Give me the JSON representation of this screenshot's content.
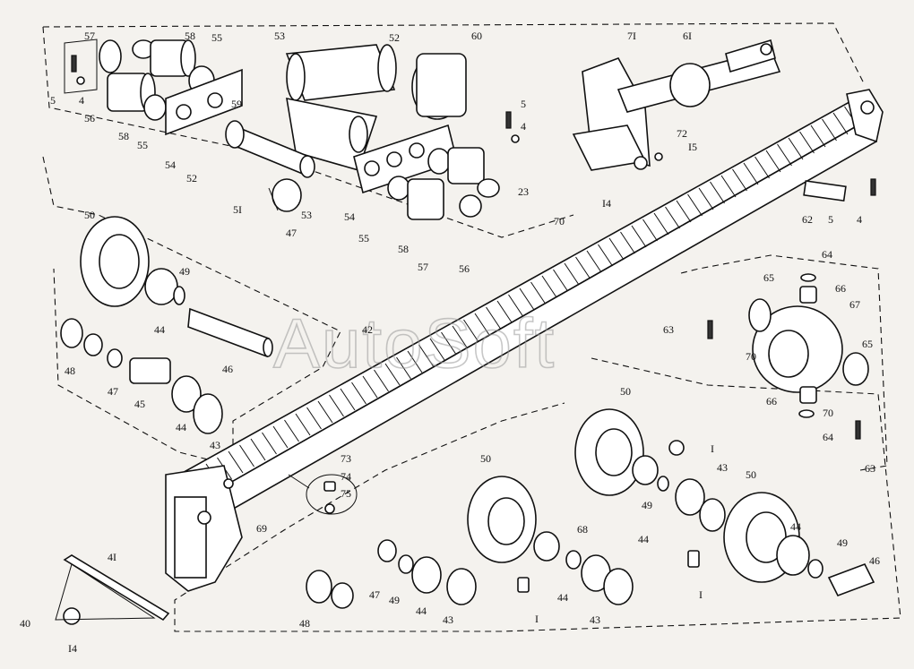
{
  "watermark": "AutoSoft",
  "labels": [
    {
      "id": "l57a",
      "text": "57"
    },
    {
      "id": "l58a",
      "text": "58"
    },
    {
      "id": "l55a",
      "text": "55"
    },
    {
      "id": "l5a",
      "text": "5"
    },
    {
      "id": "l4a",
      "text": "4"
    },
    {
      "id": "l56a",
      "text": "56"
    },
    {
      "id": "l58b",
      "text": "58"
    },
    {
      "id": "l55b",
      "text": "55"
    },
    {
      "id": "l54a",
      "text": "54"
    },
    {
      "id": "l53a",
      "text": "53"
    },
    {
      "id": "l52a",
      "text": "52"
    },
    {
      "id": "l60",
      "text": "60"
    },
    {
      "id": "l59",
      "text": "59"
    },
    {
      "id": "l52b",
      "text": "52"
    },
    {
      "id": "l51",
      "text": "5I"
    },
    {
      "id": "l47a",
      "text": "47"
    },
    {
      "id": "l53b",
      "text": "53"
    },
    {
      "id": "l54b",
      "text": "54"
    },
    {
      "id": "l55c",
      "text": "55"
    },
    {
      "id": "l58c",
      "text": "58"
    },
    {
      "id": "l57b",
      "text": "57"
    },
    {
      "id": "l56b",
      "text": "56"
    },
    {
      "id": "l5b",
      "text": "5"
    },
    {
      "id": "l4b",
      "text": "4"
    },
    {
      "id": "l71",
      "text": "7I"
    },
    {
      "id": "l61",
      "text": "6I"
    },
    {
      "id": "l72",
      "text": "72"
    },
    {
      "id": "l15",
      "text": "I5"
    },
    {
      "id": "l23",
      "text": "23"
    },
    {
      "id": "l14a",
      "text": "I4"
    },
    {
      "id": "l70a",
      "text": "70"
    },
    {
      "id": "l62",
      "text": "62"
    },
    {
      "id": "l5c",
      "text": "5"
    },
    {
      "id": "l4c",
      "text": "4"
    },
    {
      "id": "l50a",
      "text": "50"
    },
    {
      "id": "l49a",
      "text": "49"
    },
    {
      "id": "l44a",
      "text": "44"
    },
    {
      "id": "l46a",
      "text": "46"
    },
    {
      "id": "l48a",
      "text": "48"
    },
    {
      "id": "l47b",
      "text": "47"
    },
    {
      "id": "l45",
      "text": "45"
    },
    {
      "id": "l44b",
      "text": "44"
    },
    {
      "id": "l43a",
      "text": "43"
    },
    {
      "id": "l42",
      "text": "42"
    },
    {
      "id": "l64a",
      "text": "64"
    },
    {
      "id": "l65a",
      "text": "65"
    },
    {
      "id": "l66a",
      "text": "66"
    },
    {
      "id": "l67",
      "text": "67"
    },
    {
      "id": "l63a",
      "text": "63"
    },
    {
      "id": "l70b",
      "text": "70"
    },
    {
      "id": "l65b",
      "text": "65"
    },
    {
      "id": "l66b",
      "text": "66"
    },
    {
      "id": "l70c",
      "text": "70"
    },
    {
      "id": "l64b",
      "text": "64"
    },
    {
      "id": "l63b",
      "text": "63"
    },
    {
      "id": "l50b",
      "text": "50"
    },
    {
      "id": "lIa",
      "text": "I"
    },
    {
      "id": "l43b",
      "text": "43"
    },
    {
      "id": "l49b",
      "text": "49"
    },
    {
      "id": "l44c",
      "text": "44"
    },
    {
      "id": "l50c",
      "text": "50"
    },
    {
      "id": "l73",
      "text": "73"
    },
    {
      "id": "l74",
      "text": "74"
    },
    {
      "id": "l75",
      "text": "75"
    },
    {
      "id": "l69",
      "text": "69"
    },
    {
      "id": "l50d",
      "text": "50"
    },
    {
      "id": "l68",
      "text": "68"
    },
    {
      "id": "l44d",
      "text": "44"
    },
    {
      "id": "lIb",
      "text": "I"
    },
    {
      "id": "l43c",
      "text": "43"
    },
    {
      "id": "l44e",
      "text": "44"
    },
    {
      "id": "l49c",
      "text": "49"
    },
    {
      "id": "l46b",
      "text": "46"
    },
    {
      "id": "lIc",
      "text": "I"
    },
    {
      "id": "l41",
      "text": "4I"
    },
    {
      "id": "l40",
      "text": "40"
    },
    {
      "id": "l14b",
      "text": "I4"
    },
    {
      "id": "l47c",
      "text": "47"
    },
    {
      "id": "l49d",
      "text": "49"
    },
    {
      "id": "l44f",
      "text": "44"
    },
    {
      "id": "l48b",
      "text": "48"
    },
    {
      "id": "l43d",
      "text": "43"
    }
  ]
}
